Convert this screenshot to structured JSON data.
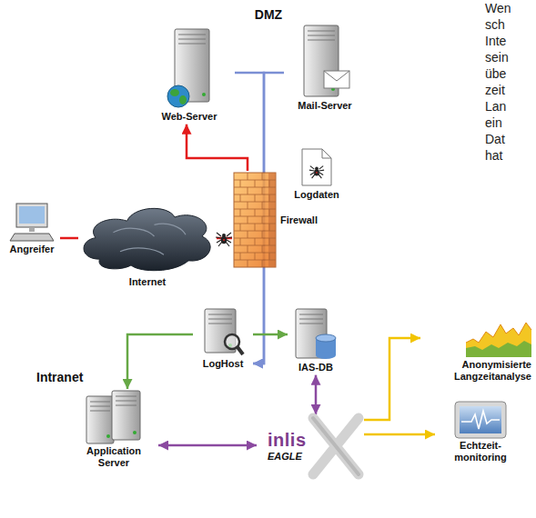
{
  "diagram": {
    "nodes": [
      {
        "text": [
          "DMZ"
        ]
      },
      {
        "text": [
          "Web-Server"
        ],
        "in": 0
      },
      {
        "text": [
          "Mail-Server"
        ],
        "in": 0
      },
      {
        "text": [
          "Logdaten"
        ]
      },
      {
        "text": [
          "Angreifer"
        ]
      },
      {
        "text": [
          "Internet"
        ]
      },
      {
        "text": [
          "Firewall"
        ]
      },
      {
        "text": [
          "Intranet"
        ]
      },
      {
        "text": [
          "LogHost"
        ],
        "in": 7
      },
      {
        "text": [
          "IAS-DB"
        ],
        "in": 7
      },
      {
        "text": [
          "Application Server"
        ],
        "in": 7
      },
      {
        "text": [
          "inlis",
          "EAGLE"
        ],
        "in": 7
      },
      {
        "text": [
          "Anonymisierte Langzeitanalyse"
        ]
      },
      {
        "text": [
          "Echtzeit- monitoring"
        ]
      }
    ],
    "edges": [
      {
        "from": 4,
        "to": 5,
        "arrow": "none"
      },
      {
        "from": 5,
        "to": 6,
        "arrow": "none"
      },
      {
        "from": 6,
        "to": 1,
        "arrow": "to"
      },
      {
        "from": 1,
        "to": 8,
        "arrow": "to"
      },
      {
        "from": 2,
        "to": 8,
        "arrow": "to"
      },
      {
        "from": 8,
        "to": 9,
        "arrow": "to"
      },
      {
        "from": 8,
        "to": 10,
        "arrow": "to"
      },
      {
        "from": 9,
        "to": 11,
        "arrow": "both"
      },
      {
        "from": 10,
        "to": 11,
        "arrow": "both"
      },
      {
        "from": 11,
        "to": 12,
        "arrow": "to"
      },
      {
        "from": 11,
        "to": 13,
        "arrow": "to"
      }
    ],
    "labels": [
      "Wen",
      "sch",
      "Inte",
      "sein",
      "übe",
      "zeit",
      "Lan",
      "ein",
      "Dat",
      "hat"
    ]
  }
}
